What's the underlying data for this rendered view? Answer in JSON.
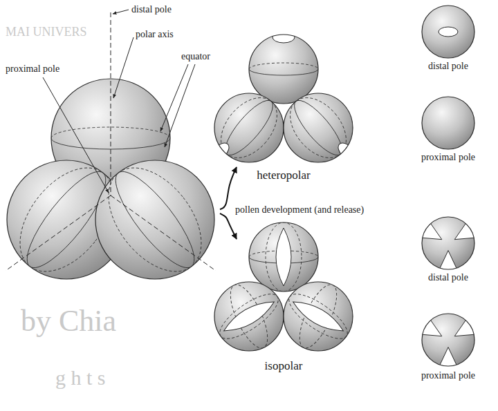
{
  "diagram": {
    "labels": [
      "distal pole",
      "proximal pole",
      "polar axis",
      "equator",
      "pollen development (and release)",
      "heteropolar",
      "distal pole",
      "proximal pole",
      "isopolar",
      "distal pole",
      "proximal pole",
      "MAI UNIVERS",
      "by Chia",
      "g h t s"
    ]
  }
}
